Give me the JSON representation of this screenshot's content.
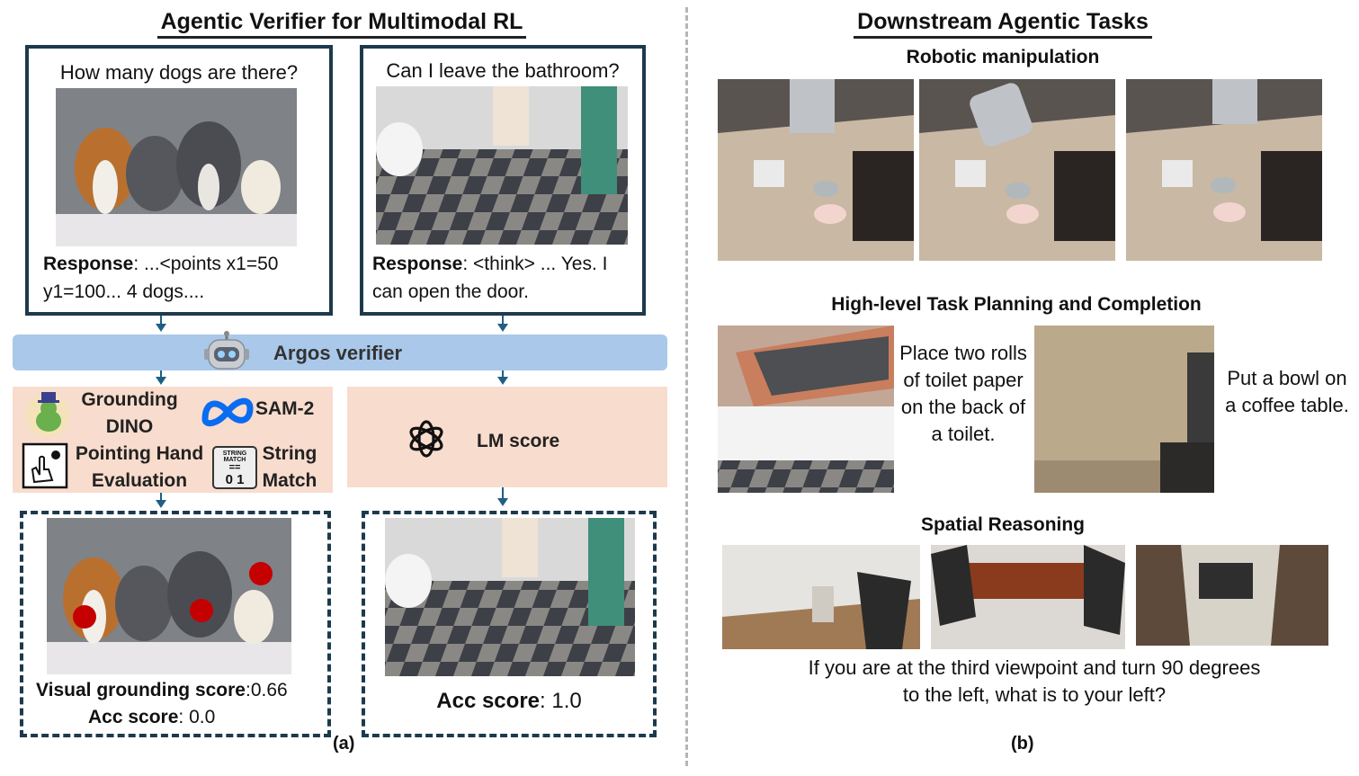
{
  "left": {
    "title": "Agentic Verifier for Multimodal RL",
    "q1": "How many dogs are there?",
    "q2": "Can I leave the bathroom?",
    "resp1_label": "Response",
    "resp1_text": ": ...<points x1=50 y1=100... 4 dogs....",
    "resp2_label": "Response",
    "resp2_text": ": <think> ... Yes.  I can open the door.",
    "verifier": "Argos verifier",
    "tools": {
      "grounding": "Grounding DINO",
      "sam": "SAM-2",
      "pointing": "Pointing Hand Evaluation",
      "string_match": "String Match",
      "string_match_icon_top": "STRING MATCH",
      "string_match_icon_eq": "==",
      "string_match_icon_bits": "0 1",
      "lm": "LM score"
    },
    "out1_vg_label": "Visual grounding score",
    "out1_vg_value": ":0.66",
    "out1_acc_label": "Acc score",
    "out1_acc_value": ": 0.0",
    "out2_acc_label": "Acc score",
    "out2_acc_value": ": 1.0",
    "panel_label": "(a)"
  },
  "right": {
    "title": "Downstream Agentic Tasks",
    "robotic": "Robotic manipulation",
    "planning": "High-level Task Planning and Completion",
    "task1": "Place two rolls of toilet paper on the back of a toilet.",
    "task2": "Put a bowl on a coffee table.",
    "spatial": "Spatial Reasoning",
    "spatial_q": "If you are at the third viewpoint and turn 90 degrees to the left, what is to your left?",
    "panel_label": "(b)"
  },
  "colors": {
    "box_border": "#1d3a4c",
    "verifier_bar": "#a9c8ea",
    "tool_bg": "#f8dccd",
    "arrow": "#1f5f86",
    "dot": "#c40000"
  }
}
